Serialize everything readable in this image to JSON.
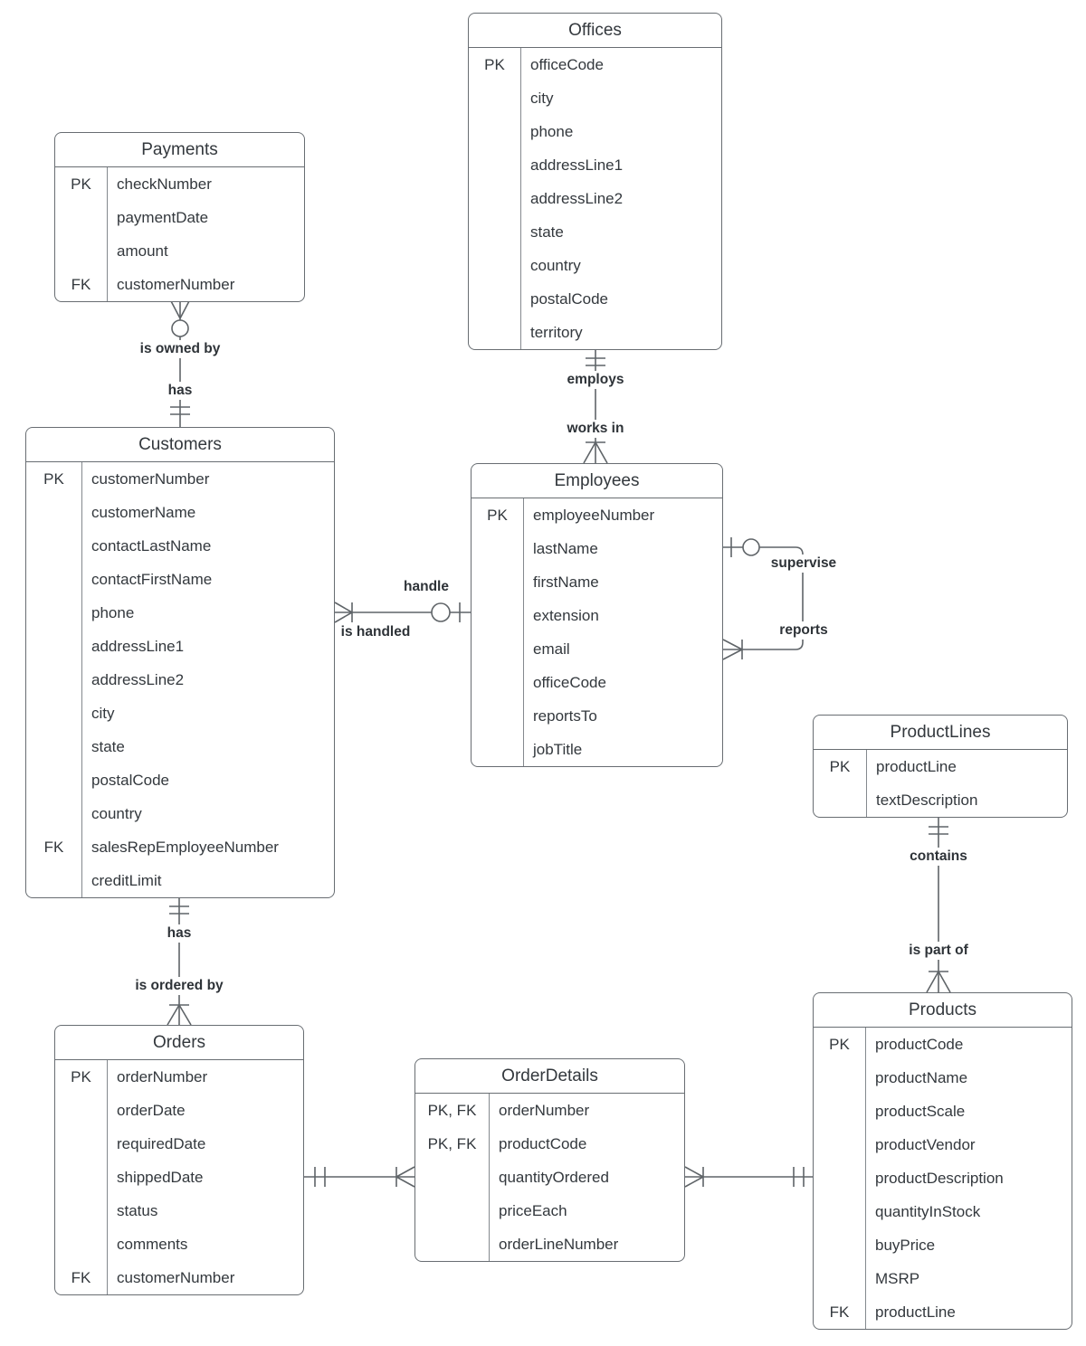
{
  "diagram": {
    "kind": "entity-relationship-diagram",
    "colors": {
      "background": "#ffffff",
      "line": "#5f6468",
      "border": "#686d72",
      "text": "#33383d"
    },
    "entities": [
      {
        "title": "Offices",
        "rows": [
          {
            "key": "PK",
            "field": "officeCode"
          },
          {
            "key": "",
            "field": "city"
          },
          {
            "key": "",
            "field": "phone"
          },
          {
            "key": "",
            "field": "addressLine1"
          },
          {
            "key": "",
            "field": "addressLine2"
          },
          {
            "key": "",
            "field": "state"
          },
          {
            "key": "",
            "field": "country"
          },
          {
            "key": "",
            "field": "postalCode"
          },
          {
            "key": "",
            "field": "territory"
          }
        ]
      },
      {
        "title": "Payments",
        "rows": [
          {
            "key": "PK",
            "field": "checkNumber"
          },
          {
            "key": "",
            "field": "paymentDate"
          },
          {
            "key": "",
            "field": "amount"
          },
          {
            "key": "FK",
            "field": "customerNumber"
          }
        ]
      },
      {
        "title": "Customers",
        "rows": [
          {
            "key": "PK",
            "field": "customerNumber"
          },
          {
            "key": "",
            "field": "customerName"
          },
          {
            "key": "",
            "field": "contactLastName"
          },
          {
            "key": "",
            "field": "contactFirstName"
          },
          {
            "key": "",
            "field": "phone"
          },
          {
            "key": "",
            "field": "addressLine1"
          },
          {
            "key": "",
            "field": "addressLine2"
          },
          {
            "key": "",
            "field": "city"
          },
          {
            "key": "",
            "field": "state"
          },
          {
            "key": "",
            "field": "postalCode"
          },
          {
            "key": "",
            "field": "country"
          },
          {
            "key": "FK",
            "field": "salesRepEmployeeNumber"
          },
          {
            "key": "",
            "field": "creditLimit"
          }
        ]
      },
      {
        "title": "Employees",
        "rows": [
          {
            "key": "PK",
            "field": "employeeNumber"
          },
          {
            "key": "",
            "field": "lastName"
          },
          {
            "key": "",
            "field": "firstName"
          },
          {
            "key": "",
            "field": "extension"
          },
          {
            "key": "",
            "field": "email"
          },
          {
            "key": "",
            "field": "officeCode"
          },
          {
            "key": "",
            "field": "reportsTo"
          },
          {
            "key": "",
            "field": "jobTitle"
          }
        ]
      },
      {
        "title": "ProductLines",
        "rows": [
          {
            "key": "PK",
            "field": "productLine"
          },
          {
            "key": "",
            "field": "textDescription"
          }
        ]
      },
      {
        "title": "Products",
        "rows": [
          {
            "key": "PK",
            "field": "productCode"
          },
          {
            "key": "",
            "field": "productName"
          },
          {
            "key": "",
            "field": "productScale"
          },
          {
            "key": "",
            "field": "productVendor"
          },
          {
            "key": "",
            "field": "productDescription"
          },
          {
            "key": "",
            "field": "quantityInStock"
          },
          {
            "key": "",
            "field": "buyPrice"
          },
          {
            "key": "",
            "field": "MSRP"
          },
          {
            "key": "FK",
            "field": "productLine"
          }
        ]
      },
      {
        "title": "Orders",
        "rows": [
          {
            "key": "PK",
            "field": "orderNumber"
          },
          {
            "key": "",
            "field": "orderDate"
          },
          {
            "key": "",
            "field": "requiredDate"
          },
          {
            "key": "",
            "field": "shippedDate"
          },
          {
            "key": "",
            "field": "status"
          },
          {
            "key": "",
            "field": "comments"
          },
          {
            "key": "FK",
            "field": "customerNumber"
          }
        ]
      },
      {
        "title": "OrderDetails",
        "rows": [
          {
            "key": "PK, FK",
            "field": "orderNumber"
          },
          {
            "key": "PK, FK",
            "field": "productCode"
          },
          {
            "key": "",
            "field": "quantityOrdered"
          },
          {
            "key": "",
            "field": "priceEach"
          },
          {
            "key": "",
            "field": "orderLineNumber"
          }
        ]
      }
    ],
    "relationship_labels": {
      "is_owned_by": "is owned by",
      "has_payments": "has",
      "employs": "employs",
      "works_in": "works in",
      "handle": "handle",
      "is_handled": "is handled",
      "supervise": "supervise",
      "reports": "reports",
      "has_orders": "has",
      "is_ordered_by": "is ordered by",
      "contains": "contains",
      "is_part_of": "is part of"
    }
  }
}
